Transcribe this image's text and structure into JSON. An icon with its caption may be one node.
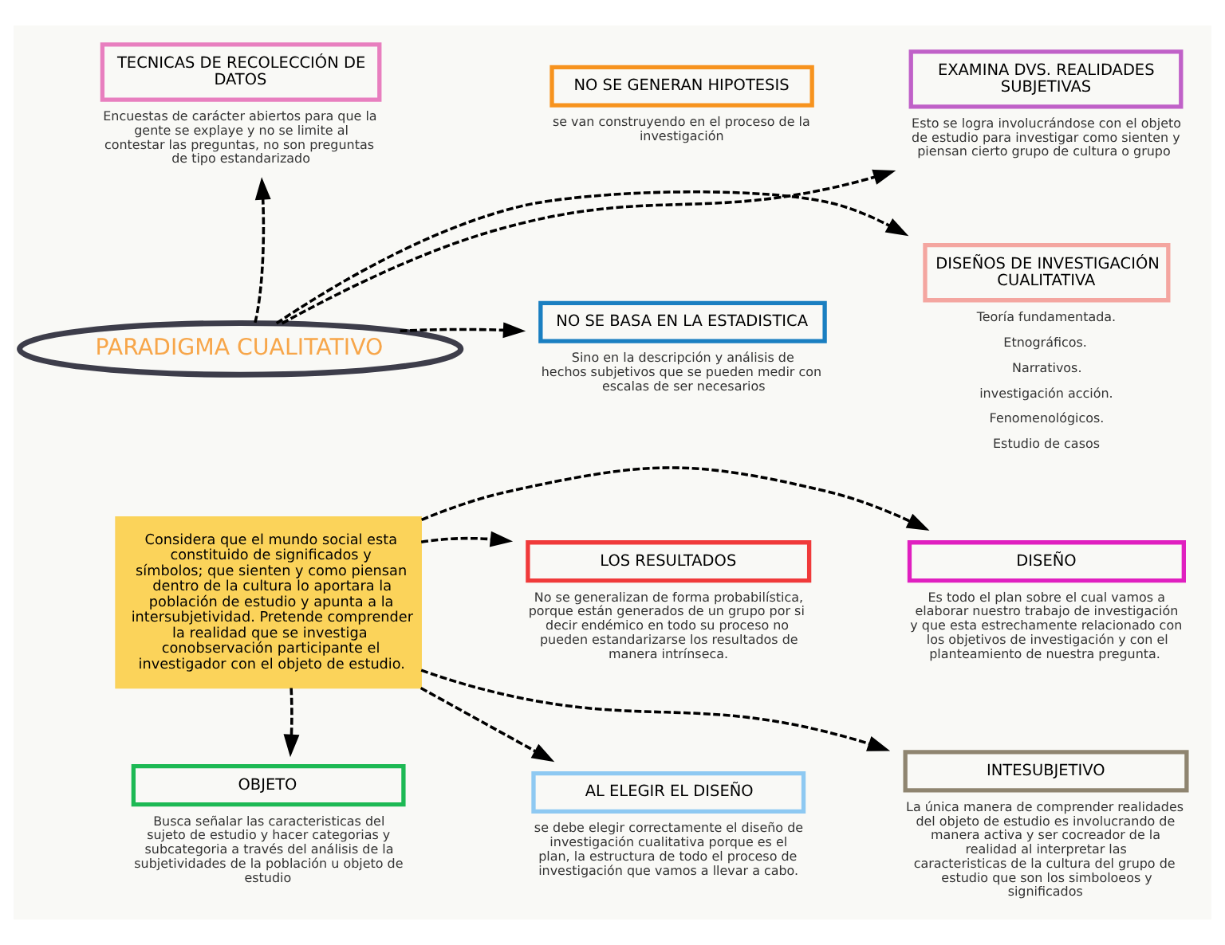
{
  "diagram": {
    "nodes": [
      {
        "text": [
          "TECNICAS DE RECOLECCIÓN DE DATOS"
        ],
        "beside": [
          "Encuestas de carácter abiertos para que la gente se explaye y no se limite al contestar las preguntas, no son preguntas de tipo estandarizado"
        ]
      },
      {
        "text": [
          "NO SE GENERAN HIPOTESIS"
        ],
        "beside": [
          "se van construyendo en el proceso de la investigación"
        ]
      },
      {
        "text": [
          "EXAMINA DVS. REALIDADES SUBJETIVAS"
        ],
        "beside": [
          "Esto se logra involucrándose con el objeto de estudio para investigar como sienten y piensan cierto grupo de cultura o grupo"
        ]
      },
      {
        "text": [
          "PARADIGMA CUALITATIVO"
        ]
      },
      {
        "text": [
          "NO SE BASA EN LA ESTADISTICA"
        ],
        "beside": [
          "Sino en la descripción y análisis de hechos subjetivos que se pueden medir con escalas de ser necesarios"
        ]
      },
      {
        "text": [
          "DISEÑOS DE INVESTIGACIÓN CUALITATIVA"
        ],
        "beside": [
          "Teoría fundamentada.",
          "Etnográficos.",
          "Narrativos.",
          "investigación acción.",
          "Fenomenológicos.",
          "Estudio de casos"
        ]
      },
      {
        "text": [
          "Considera que el mundo social esta constituido de significados y símbolos; que sienten y como piensan dentro de la cultura lo aportara la población de estudio y apunta a la intersubjetividad. Pretende comprender la realidad que se investiga conobservación participante el investigador con el objeto de estudio."
        ]
      },
      {
        "text": [
          "LOS RESULTADOS"
        ],
        "beside": [
          "No se generalizan de forma probabilística, porque están generados de un grupo por si decir endémico en todo su proceso no pueden estandarizarse los resultados de manera intrínseca."
        ]
      },
      {
        "text": [
          "DISEÑO"
        ],
        "beside": [
          "Es todo el plan sobre el cual vamos a elaborar nuestro trabajo de investigación y que esta estrechamente relacionado con los objetivos de investigación y con el planteamiento de nuestra pregunta."
        ]
      },
      {
        "text": [
          "OBJETO"
        ],
        "beside": [
          "Busca señalar las caracteristicas del sujeto de estudio y hacer categorias y subcategoria a través del análisis de la subjetividades de la población u objeto de estudio"
        ]
      },
      {
        "text": [
          "AL ELEGIR EL DISEÑO"
        ],
        "beside": [
          "se debe elegir correctamente el diseño de investigación cualitativa porque es el plan, la estructura de todo el proceso de investigación que vamos a llevar a cabo."
        ]
      },
      {
        "text": [
          "INTESUBJETIVO"
        ],
        "beside": [
          "La única manera de comprender realidades del objeto de estudio es involucrando de manera activa y ser cocreador de la realidad al interpretar las caracteristicas de la cultura del grupo de estudio que son los simboloeos y significados"
        ]
      }
    ],
    "edges": [
      {
        "from": 3,
        "to": 0,
        "arrow": "to",
        "style": "dashed"
      },
      {
        "from": 3,
        "to": 4,
        "arrow": "to",
        "style": "dashed"
      },
      {
        "from": 3,
        "to": 2,
        "arrow": "to",
        "style": "dashed"
      },
      {
        "from": 3,
        "to": 5,
        "arrow": "to",
        "style": "dashed"
      },
      {
        "from": 6,
        "to": 7,
        "arrow": "to",
        "style": "dashed"
      },
      {
        "from": 6,
        "to": 8,
        "arrow": "to",
        "style": "dashed"
      },
      {
        "from": 6,
        "to": 9,
        "arrow": "to",
        "style": "dashed"
      },
      {
        "from": 6,
        "to": 10,
        "arrow": "to",
        "style": "dashed"
      },
      {
        "from": 6,
        "to": 11,
        "arrow": "to",
        "style": "dashed"
      }
    ]
  }
}
